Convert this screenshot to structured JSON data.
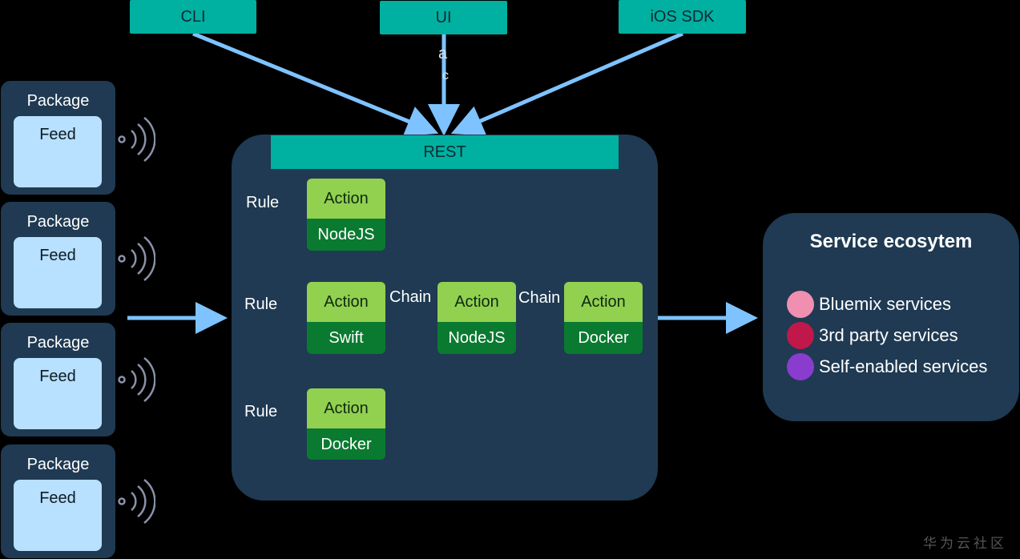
{
  "clients": [
    {
      "label": "CLI"
    },
    {
      "label": "UI"
    },
    {
      "label": "iOS SDK"
    }
  ],
  "client_overlay_fragments": [
    "a",
    "c"
  ],
  "packages": [
    {
      "title": "Package",
      "feed": "Feed"
    },
    {
      "title": "Package",
      "feed": "Feed"
    },
    {
      "title": "Package",
      "feed": "Feed"
    },
    {
      "title": "Package",
      "feed": "Feed"
    }
  ],
  "platform": {
    "rest_label": "REST",
    "rule_label": "Rule",
    "chain_label": "Chain",
    "actions": [
      {
        "title": "Action",
        "runtime": "NodeJS"
      },
      {
        "title": "Action",
        "runtime": "Swift"
      },
      {
        "title": "Action",
        "runtime": "NodeJS"
      },
      {
        "title": "Action",
        "runtime": "Docker"
      },
      {
        "title": "Action",
        "runtime": "Docker"
      }
    ]
  },
  "ecosystem": {
    "title": "Service ecosytem",
    "items": [
      {
        "label": "Bluemix services",
        "color": "#f08fb0"
      },
      {
        "label": "3rd party services",
        "color": "#c0184a"
      },
      {
        "label": "Self-enabled services",
        "color": "#8a3ccf"
      }
    ]
  },
  "colors": {
    "background": "#000000",
    "panel": "#1f3a52",
    "teal": "#00b0a0",
    "arrow": "#7ec3ff",
    "action_top": "#92d050",
    "action_bottom": "#0a7a30",
    "feed": "#b8e0ff"
  },
  "watermark": "华为云社区"
}
